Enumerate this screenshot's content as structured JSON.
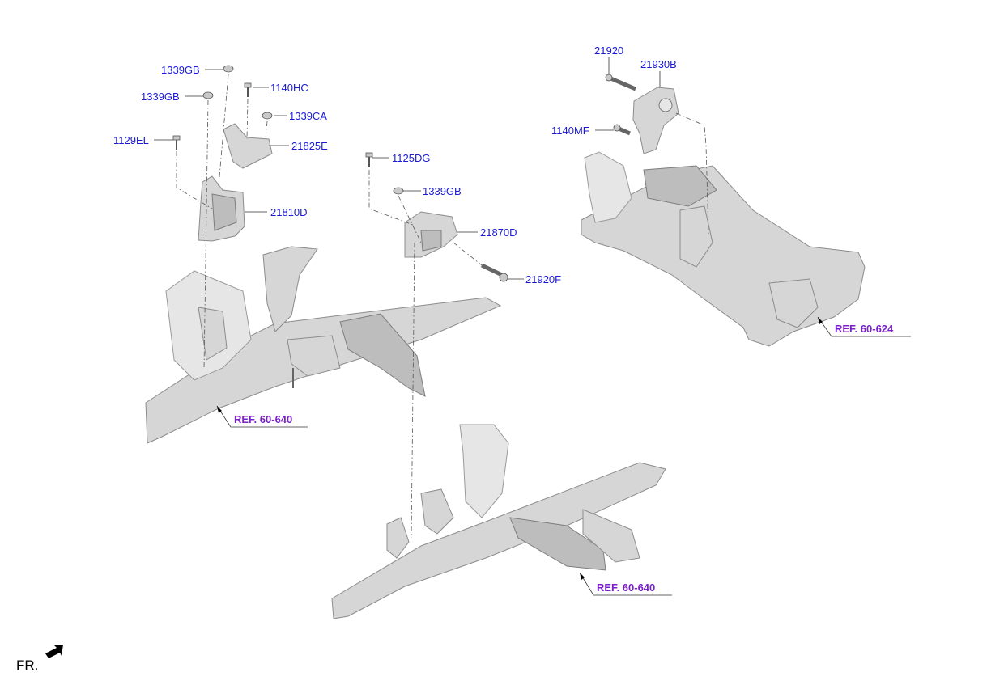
{
  "labels": {
    "l1339gb_a": "1339GB",
    "l1339gb_b": "1339GB",
    "l1140hc": "1140HC",
    "l1339ca": "1339CA",
    "l1129el": "1129EL",
    "l21825e": "21825E",
    "l21810d": "21810D",
    "l1125dg": "1125DG",
    "l1339gb_c": "1339GB",
    "l21870d": "21870D",
    "l21920f": "21920F",
    "l21920": "21920",
    "l21930b": "21930B",
    "l1140mf": "1140MF"
  },
  "refs": {
    "ref_left": "REF. 60-640",
    "ref_bottom": "REF. 60-640",
    "ref_right": "REF. 60-624"
  },
  "direction": {
    "label": "FR."
  },
  "colors": {
    "label": "#1a1ad6",
    "ref": "#7a22c9",
    "part": "#d6d6d6"
  }
}
